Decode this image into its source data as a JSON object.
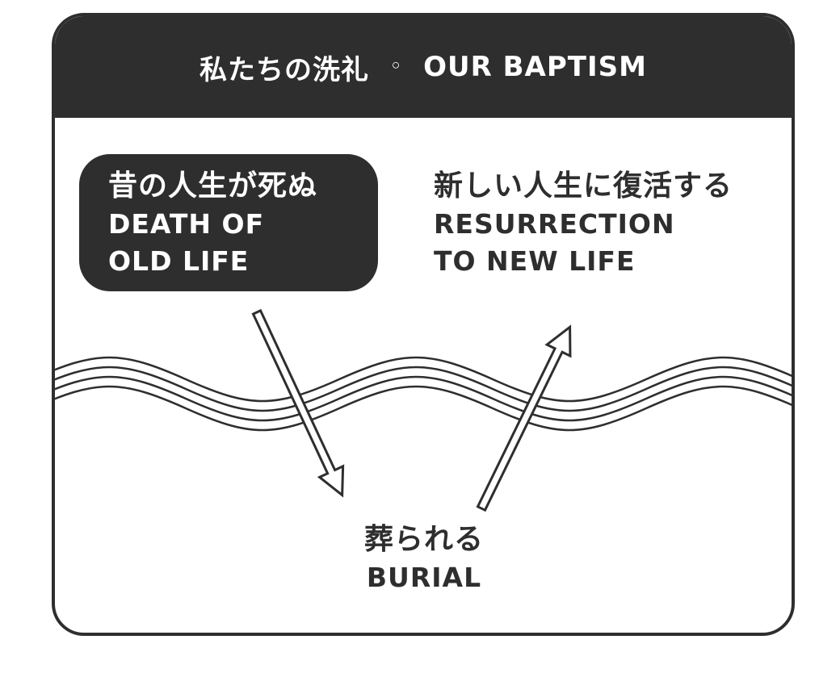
{
  "header": {
    "title_jp": "私たちの洗礼",
    "separator": "◦",
    "title_en": "OUR BAPTISM"
  },
  "death": {
    "jp": "昔の人生が死ぬ",
    "en_line1": "DEATH OF",
    "en_line2": "OLD LIFE"
  },
  "resurrection": {
    "jp": "新しい人生に復活する",
    "en_line1": "RESURRECTION",
    "en_line2": "TO NEW LIFE"
  },
  "burial": {
    "jp": "葬られる",
    "en": "BURIAL"
  },
  "colors": {
    "ink": "#2f2e2f",
    "paper": "#ffffff"
  }
}
